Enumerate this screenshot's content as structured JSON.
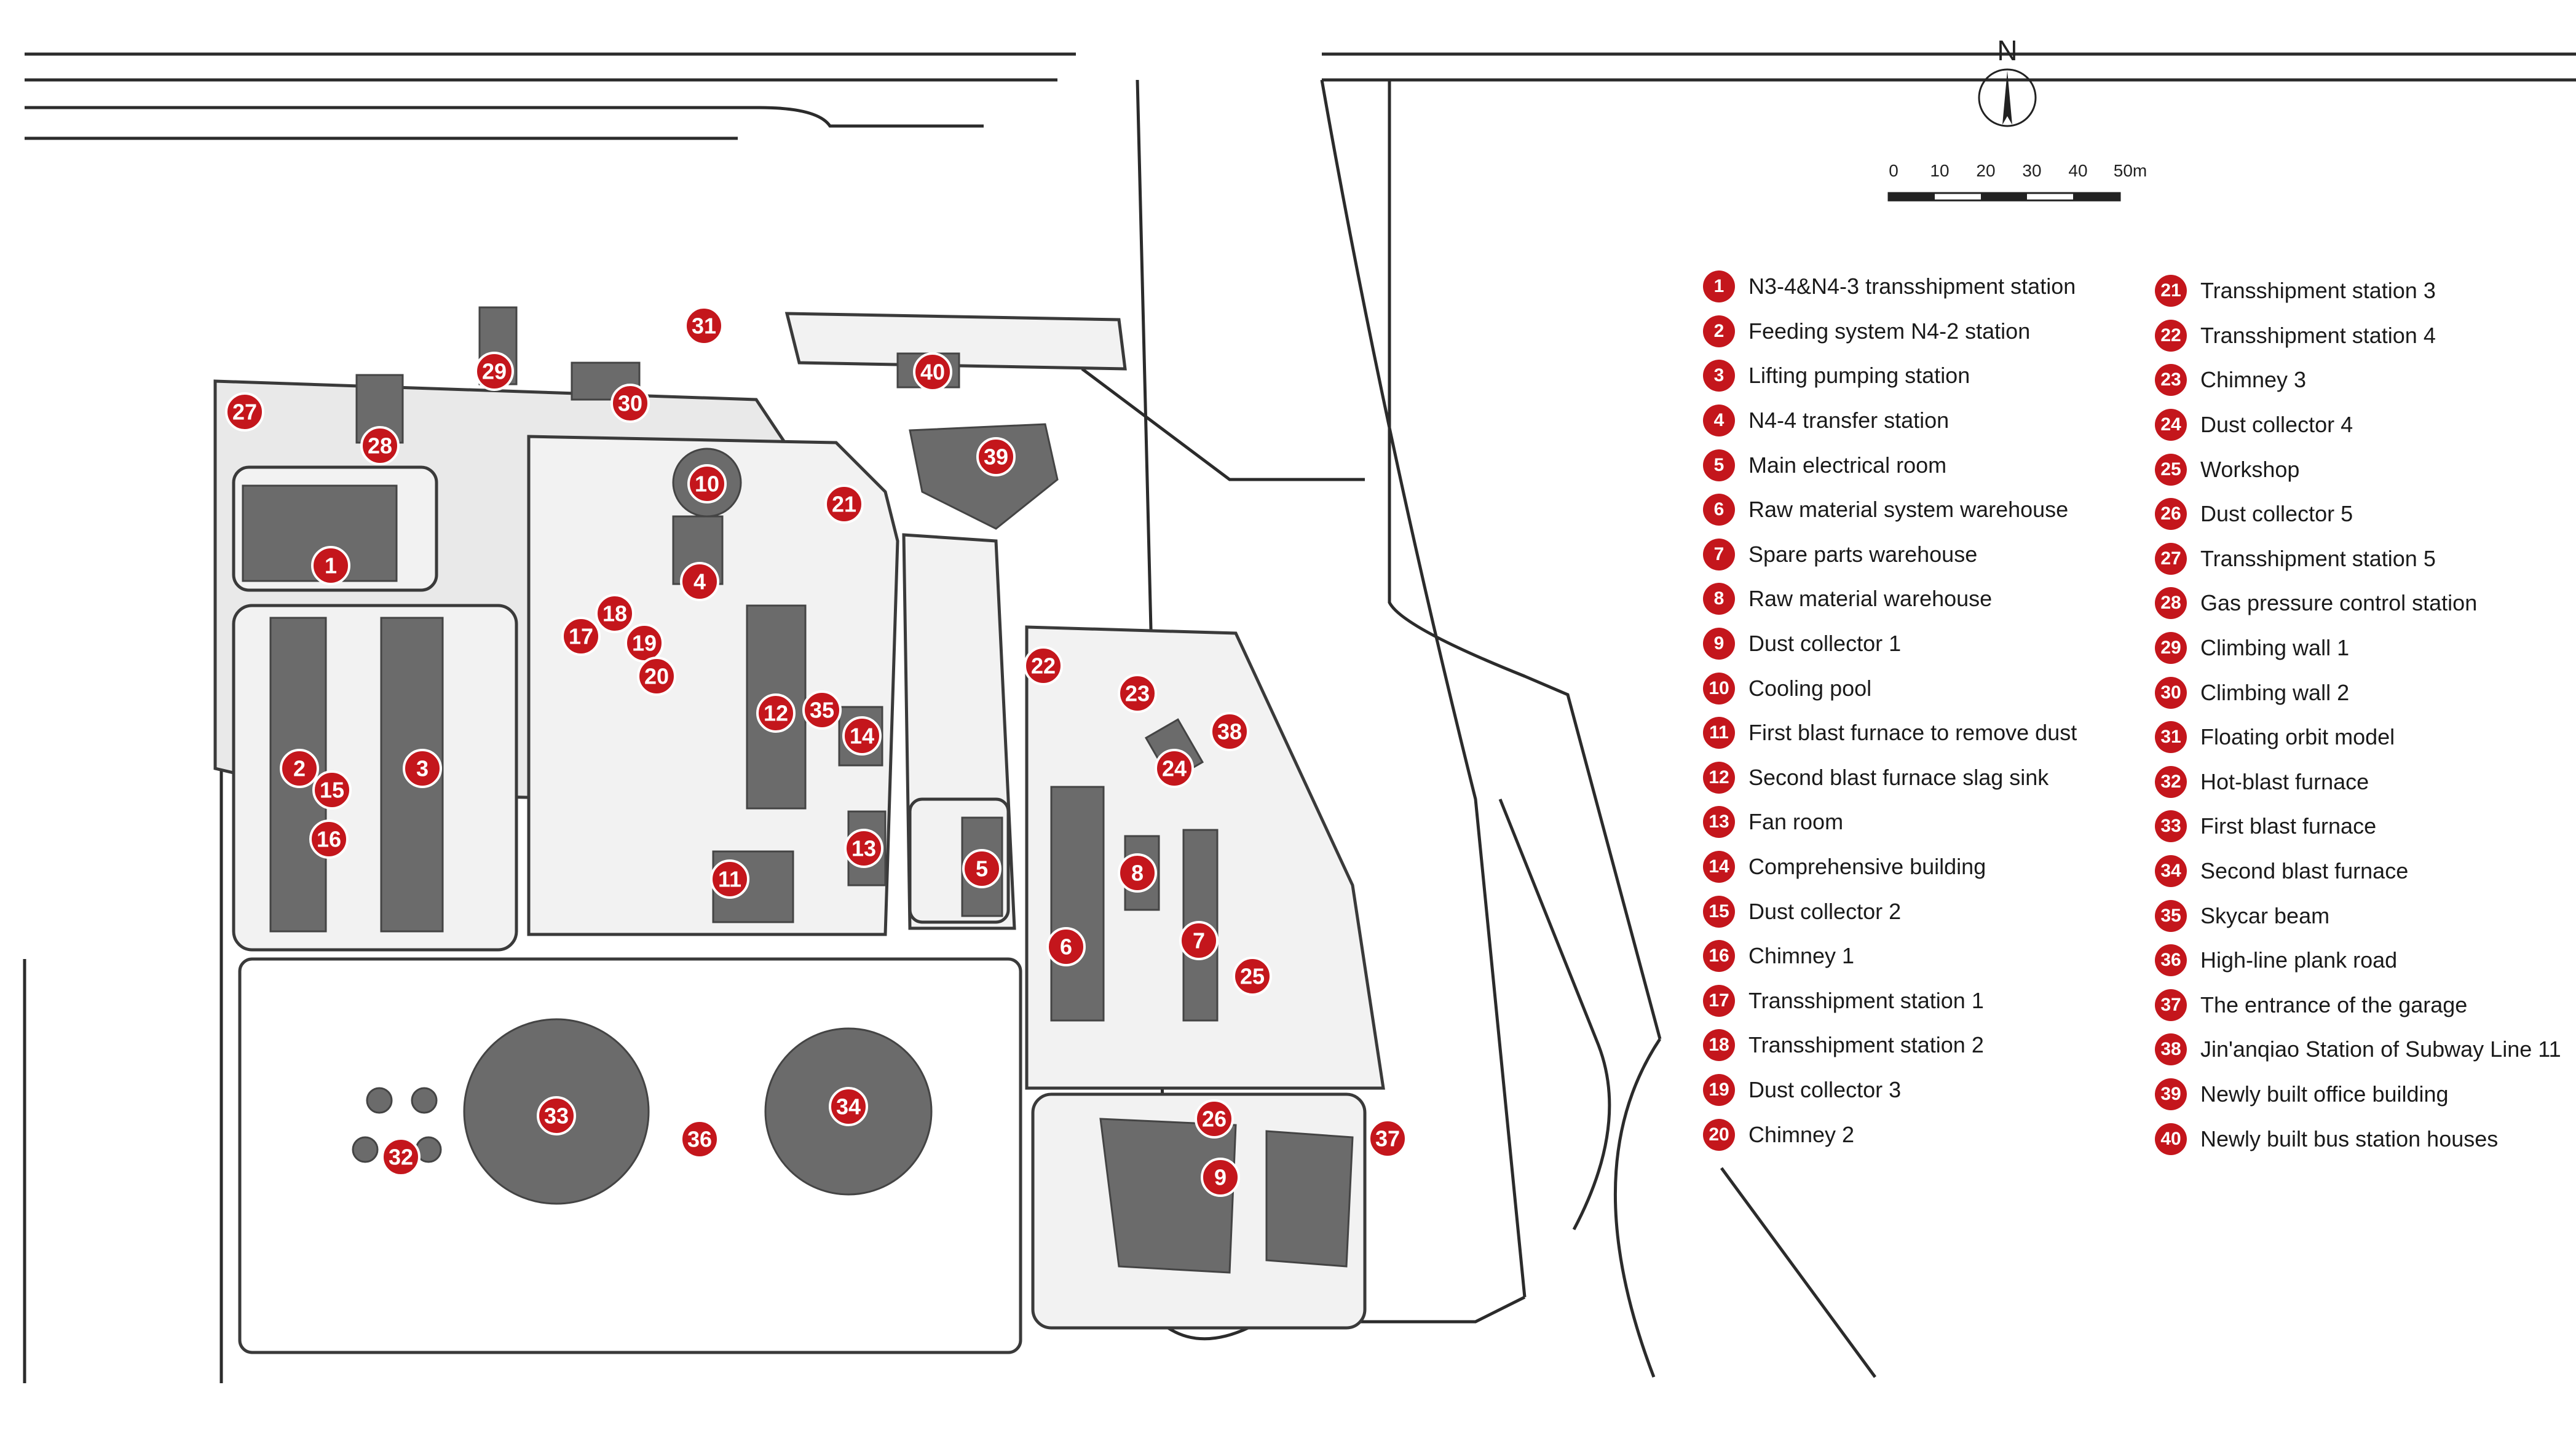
{
  "compass": {
    "label": "N"
  },
  "scale_bar": {
    "ticks": [
      "0",
      "10",
      "20",
      "30",
      "40",
      "50m"
    ]
  },
  "legend_left": [
    {
      "num": "1",
      "label": "N3-4&N4-3 transshipment station"
    },
    {
      "num": "2",
      "label": "Feeding system N4-2  station"
    },
    {
      "num": "3",
      "label": "Lifting pumping station"
    },
    {
      "num": "4",
      "label": "N4-4 transfer station"
    },
    {
      "num": "5",
      "label": "Main electrical room"
    },
    {
      "num": "6",
      "label": "Raw material system warehouse"
    },
    {
      "num": "7",
      "label": "Spare parts warehouse"
    },
    {
      "num": "8",
      "label": "Raw material warehouse"
    },
    {
      "num": "9",
      "label": "Dust collector 1"
    },
    {
      "num": "10",
      "label": "Cooling pool"
    },
    {
      "num": "11",
      "label": "First blast furnace to remove dust"
    },
    {
      "num": "12",
      "label": "Second blast furnace slag sink"
    },
    {
      "num": "13",
      "label": "Fan room"
    },
    {
      "num": "14",
      "label": "Comprehensive building"
    },
    {
      "num": "15",
      "label": "Dust collector 2"
    },
    {
      "num": "16",
      "label": "Chimney 1"
    },
    {
      "num": "17",
      "label": "Transshipment station 1"
    },
    {
      "num": "18",
      "label": "Transshipment station 2"
    },
    {
      "num": "19",
      "label": "Dust collector 3"
    },
    {
      "num": "20",
      "label": "Chimney 2"
    }
  ],
  "legend_right": [
    {
      "num": "21",
      "label": "Transshipment station 3"
    },
    {
      "num": "22",
      "label": "Transshipment station 4"
    },
    {
      "num": "23",
      "label": "Chimney 3"
    },
    {
      "num": "24",
      "label": "Dust collector 4"
    },
    {
      "num": "25",
      "label": "Workshop"
    },
    {
      "num": "26",
      "label": "Dust collector 5"
    },
    {
      "num": "27",
      "label": "Transshipment station 5"
    },
    {
      "num": "28",
      "label": "Gas pressure control station"
    },
    {
      "num": "29",
      "label": "Climbing wall 1"
    },
    {
      "num": "30",
      "label": "Climbing wall 2"
    },
    {
      "num": "31",
      "label": "Floating orbit model"
    },
    {
      "num": "32",
      "label": "Hot-blast furnace"
    },
    {
      "num": "33",
      "label": "First blast furnace"
    },
    {
      "num": "34",
      "label": "Second blast furnace"
    },
    {
      "num": "35",
      "label": "Skycar beam"
    },
    {
      "num": "36",
      "label": "High-line plank road"
    },
    {
      "num": "37",
      "label": "The entrance of the garage"
    },
    {
      "num": "38",
      "label": "Jin'anqiao Station of Subway Line 11"
    },
    {
      "num": "39",
      "label": "Newly built office building"
    },
    {
      "num": "40",
      "label": "Newly built bus station houses"
    }
  ],
  "marker_numbers": [
    "1",
    "2",
    "3",
    "4",
    "5",
    "6",
    "7",
    "8",
    "9",
    "10",
    "11",
    "12",
    "13",
    "14",
    "15",
    "16",
    "17",
    "18",
    "19",
    "20",
    "21",
    "22",
    "23",
    "24",
    "25",
    "26",
    "27",
    "28",
    "29",
    "30",
    "31",
    "32",
    "33",
    "34",
    "35",
    "36",
    "37",
    "38",
    "39",
    "40"
  ],
  "colors": {
    "marker": "#c4161c",
    "building": "#6b6b6b",
    "site": "#d9d9d9",
    "road": "#2b2b2b"
  }
}
